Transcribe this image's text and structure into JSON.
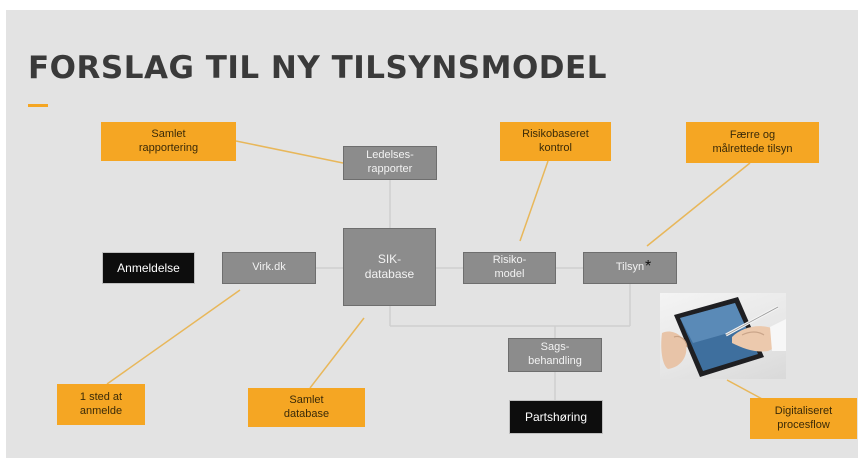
{
  "title": "FORSLAG TIL NY TILSYNSMODEL",
  "colors": {
    "background": "#e3e3e3",
    "orange": "#f5a623",
    "gray_box": "#8c8c8c",
    "black_box": "#0d0d0d",
    "connector": "#e8b75a"
  },
  "nodes": {
    "samlet_rapportering": "Samlet\nrapportering",
    "ledelsesrapporter": "Ledelses-\nrapporter",
    "risikobaseret_kontrol": "Risikobaseret\nkontrol",
    "faerre_tilsyn": "Færre og\nmålrettede tilsyn",
    "anmeldelse": "Anmeldelse",
    "virk_dk": "Virk.dk",
    "sik_database": "SIK-\ndatabase",
    "risikomodel": "Risiko-\nmodel",
    "tilsyn": "Tilsyn",
    "sagsbehandling": "Sags-\nbehandling",
    "partshoring": "Partshøring",
    "et_sted": "1 sted at\nanmelde",
    "samlet_database": "Samlet\ndatabase",
    "digitaliseret": "Digitaliseret\nprocesflow"
  },
  "tilsyn_marker": "*",
  "photo_icon": "tablet-stylus-photo"
}
